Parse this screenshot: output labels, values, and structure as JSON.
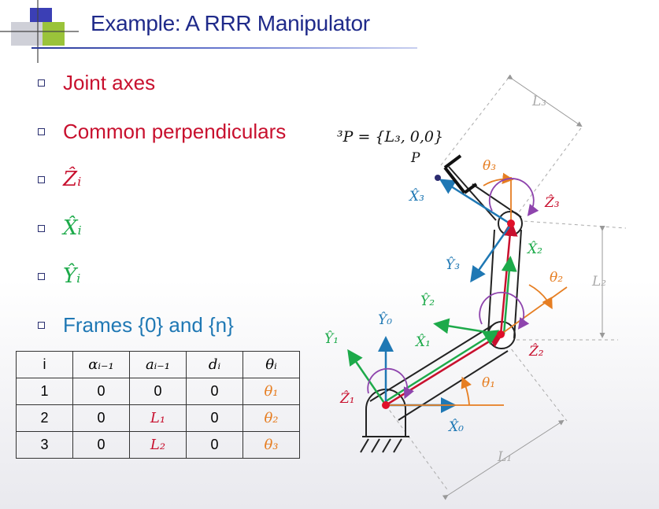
{
  "title": "Example: A RRR Manipulator",
  "bullets": [
    {
      "text": "Joint axes",
      "color": "#c8102e"
    },
    {
      "text": "Common perpendiculars",
      "color": "#c8102e"
    },
    {
      "text": "Ẑᵢ",
      "color": "#c8102e"
    },
    {
      "text": "X̂ᵢ",
      "color": "#1daa4a"
    },
    {
      "text": "Ŷᵢ",
      "color": "#1daa4a"
    },
    {
      "text": "Frames {0} and {n}",
      "color": "#1f78b4"
    }
  ],
  "table": {
    "headers": [
      "i",
      "αᵢ₋₁",
      "aᵢ₋₁",
      "dᵢ",
      "θᵢ"
    ],
    "rows": [
      [
        "1",
        "0",
        "0",
        "0",
        "θ₁"
      ],
      [
        "2",
        "0",
        "L₁",
        "0",
        "θ₂"
      ],
      [
        "3",
        "0",
        "L₂",
        "0",
        "θ₃"
      ]
    ]
  },
  "diagram": {
    "point_equation": "³P = {L₃, 0,0}",
    "point_label": "P",
    "labels": {
      "L1": "L₁",
      "L2": "L₂",
      "L3": "L₃",
      "theta1": "θ₁",
      "theta2": "θ₂",
      "theta3": "θ₃",
      "X0": "X̂₀",
      "Y0": "Ŷ₀",
      "X1": "X̂₁",
      "Y1": "Ŷ₁",
      "Z1": "Ẑ₁",
      "X2": "X̂₂",
      "Y2": "Ŷ₂",
      "Z2": "Ẑ₂",
      "X3": "X̂₃",
      "Y3": "Ŷ₃",
      "Z3": "Ẑ₃"
    }
  },
  "colors": {
    "title": "#1f2a8a",
    "red": "#c8102e",
    "green": "#1daa4a",
    "blue": "#1f78b4",
    "orange": "#e67e22",
    "purple": "#8e44ad"
  }
}
